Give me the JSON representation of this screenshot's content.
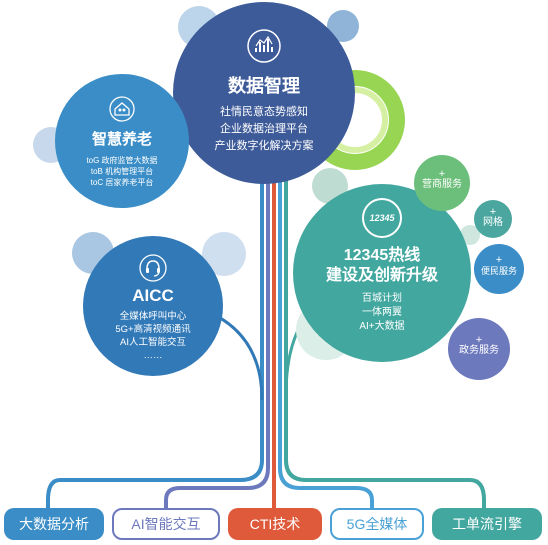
{
  "main": {
    "title": "数据智理",
    "lines": [
      "社情民意态势感知",
      "企业数据治理平台",
      "产业数字化解决方案"
    ]
  },
  "eldercare": {
    "title": "智慧养老",
    "lines": [
      "toG 政府监管大数据",
      "toB 机构管理平台",
      "toC 居家养老平台"
    ]
  },
  "aicc": {
    "title": "AICC",
    "lines": [
      "全媒体呼叫中心",
      "5G+高清视频通讯",
      "AI人工智能交互",
      "……"
    ]
  },
  "hotline": {
    "logo_text": "12345",
    "title_line1": "12345热线",
    "title_line2": "建设及创新升级",
    "lines": [
      "百城计划",
      "一体两翼",
      "AI+大数据"
    ]
  },
  "side_bubbles": [
    {
      "label": "营商服务"
    },
    {
      "label": "网格"
    },
    {
      "label": "便民服务"
    },
    {
      "label": "政务服务"
    }
  ],
  "plus_symbol": "+",
  "bottom_buttons": [
    "大数据分析",
    "AI智能交互",
    "CTI技术",
    "5G全媒体",
    "工单流引擎"
  ],
  "colors": {
    "main": "#3e5b99",
    "eldercare": "#3a8dc6",
    "aicc": "#3279b8",
    "hotline": "#41a79f",
    "teal": "#4ba6a0",
    "green": "#6cbf7a",
    "purple": "#6d79bd",
    "red": "#df5a3a",
    "lightblue": "#4aa1d6"
  }
}
